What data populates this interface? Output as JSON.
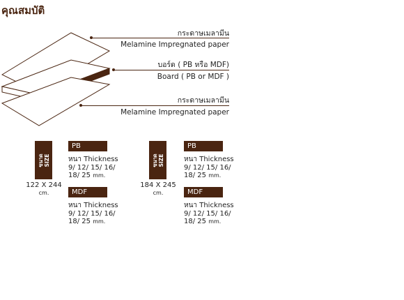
{
  "title": "คุณสมบัติ",
  "layers": {
    "top_th": "กระดาษเมลามีน",
    "top_en": "Melamine Impregnated paper",
    "mid_th": "บอร์ด ( PB หรือ MDF)",
    "mid_en": "Board ( PB or MDF )",
    "bot_th": "กระดาษเมลามีน",
    "bot_en": "Melamine Impregnated paper"
  },
  "size_label": {
    "th": "ขนาด",
    "en": "SIZE"
  },
  "products": [
    {
      "dim": "122 X 244",
      "unit": "cm.",
      "pb": {
        "tag": "PB",
        "l1": "หนา Thickness",
        "l2": "9/ 12/ 15/ 16/",
        "l3": "18/ 25",
        "u": "mm."
      },
      "mdf": {
        "tag": "MDF",
        "l1": "หนา Thickness",
        "l2": "9/ 12/ 15/ 16/",
        "l3": "18/ 25",
        "u": "mm."
      }
    },
    {
      "dim": "184 X 245",
      "unit": "cm.",
      "pb": {
        "tag": "PB",
        "l1": "หนา Thickness",
        "l2": "9/ 12/ 15/ 16/",
        "l3": "18/ 25",
        "u": "mm."
      },
      "mdf": {
        "tag": "MDF",
        "l1": "หนา Thickness",
        "l2": "9/ 12/ 15/ 16/",
        "l3": "18/ 25",
        "u": "mm."
      }
    }
  ]
}
